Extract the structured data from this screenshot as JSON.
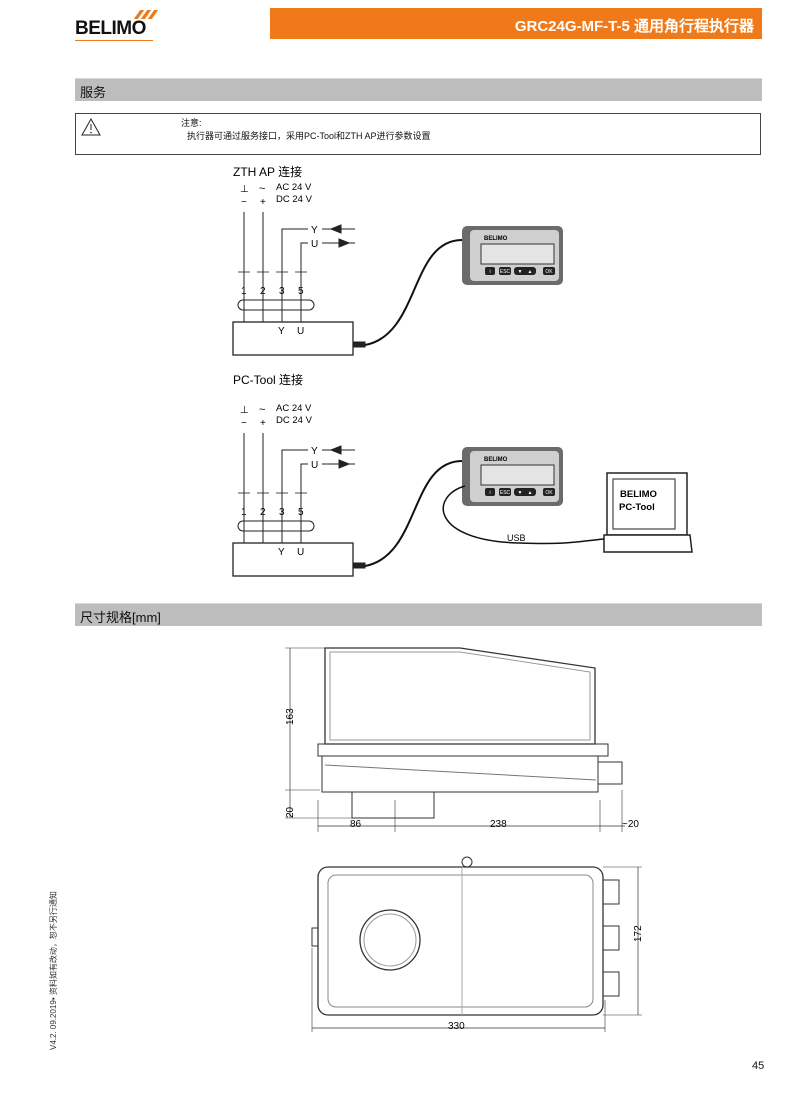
{
  "header": {
    "logo": "BELIMO",
    "title": "GRC24G-MF-T-5 通用角行程执行器"
  },
  "service": {
    "section_title": "服务",
    "note_label": "注意:",
    "note_text": "执行器可通过服务接口，采用PC-Tool和ZTH AP进行参数设置"
  },
  "zth": {
    "title": "ZTH AP 连接"
  },
  "pctool": {
    "title": "PC-Tool 连接",
    "laptop_line1": "BELIMO",
    "laptop_line2": "PC-Tool",
    "cable_label": "USB"
  },
  "wiring": {
    "gnd": "⊥",
    "minus": "−",
    "ac": "~",
    "plus": "+",
    "ac_label": "AC 24 V",
    "dc_label": "DC 24 V",
    "y": "Y",
    "u": "U",
    "pins": [
      "1",
      "2",
      "3",
      "5"
    ]
  },
  "device": {
    "brand": "BELIMO",
    "buttons": [
      "i",
      "ESC",
      "▼",
      "▲",
      "OK"
    ]
  },
  "dimensions": {
    "section_title": "尺寸规格[mm]",
    "height": "163",
    "base": "20",
    "left": "86",
    "length": "238",
    "gland": "~20",
    "width": "172",
    "total": "330"
  },
  "footer": {
    "version": "V4.2. 09.2019• 资料如有改动，恕不另行通知",
    "page": "45"
  }
}
